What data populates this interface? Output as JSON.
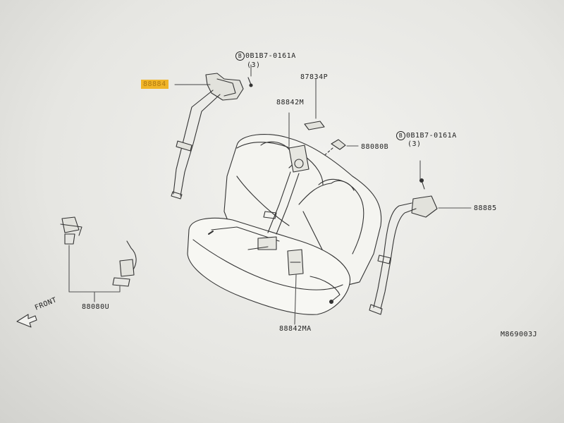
{
  "labels": {
    "part_88884": "88884",
    "bolt_top_left": "0B1B7-0161A",
    "bolt_top_left_prefix": "B",
    "bolt_top_left_qty": "(3)",
    "part_87834p": "87834P",
    "part_88842m": "88842M",
    "part_88080b": "88080B",
    "bolt_right": "0B1B7-0161A",
    "bolt_right_prefix": "B",
    "bolt_right_qty": "(3)",
    "part_88885": "88885",
    "part_88080u": "88080U",
    "front": "FRONT",
    "part_88842ma": "88842MA",
    "diagram_code": "M869003J"
  },
  "colors": {
    "highlight": "#f0b428",
    "ink": "#222222",
    "paper": "#f2f2ef"
  }
}
